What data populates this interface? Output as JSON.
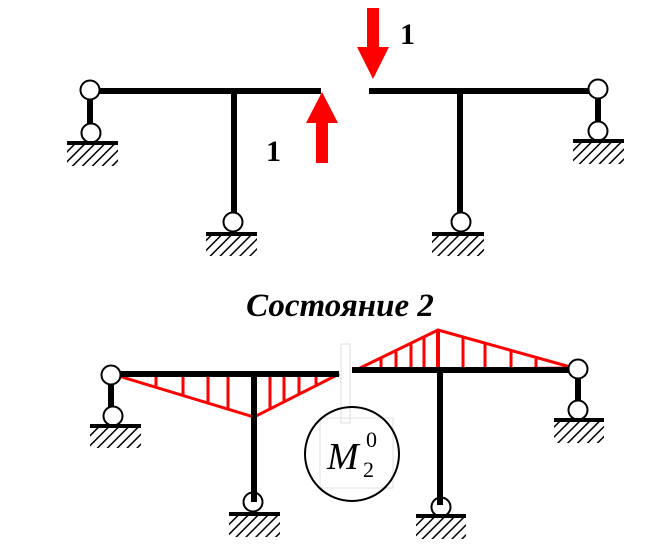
{
  "colors": {
    "member": "#000000",
    "load": "#ff0000",
    "diagram": "#ff0000",
    "hatch": "#000000",
    "background": "#ffffff"
  },
  "top_scheme": {
    "load_left": {
      "label": "1",
      "direction": "up"
    },
    "load_right": {
      "label": "1",
      "direction": "down"
    }
  },
  "title": "Состояние 2",
  "bottom_scheme": {
    "diagram_name": "M",
    "diagram_subscript": "2",
    "diagram_superscript": "0"
  }
}
